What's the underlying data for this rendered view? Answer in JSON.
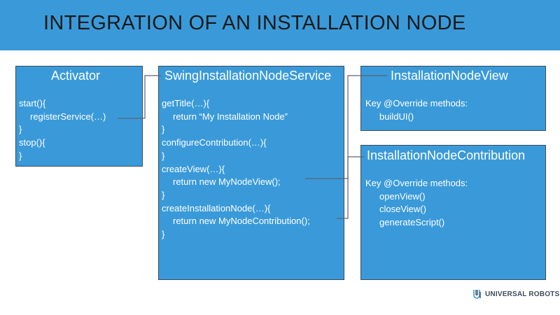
{
  "slide": {
    "title": "INTEGRATION OF AN INSTALLATION NODE"
  },
  "activator": {
    "title": "Activator",
    "lines": [
      "start(){",
      "registerService(…)",
      "}",
      "stop(){",
      "}"
    ]
  },
  "service": {
    "title": "SwingInstallationNodeService",
    "lines": [
      "getTitle(…){",
      "return “My Installation Node”",
      "}",
      "configureContribution(…){",
      "}",
      "createView(…){",
      "return new MyNodeView();",
      "}",
      "createInstallationNode(…){",
      "return new MyNodeContribution();",
      "}"
    ]
  },
  "view": {
    "title": "InstallationNodeView",
    "lines": [
      "Key @Override methods:",
      "buildUI()"
    ]
  },
  "contribution": {
    "title": "InstallationNodeContribution",
    "lines": [
      "Key @Override methods:",
      "openView()",
      "closeView()",
      "generateScript()"
    ]
  },
  "logo": {
    "text": "UNIVERSAL ROBOTS"
  },
  "colors": {
    "header": "#3a9ad9",
    "box": "#3a9ad9",
    "border": "#3d4c5a",
    "connector": "#5a6570"
  }
}
